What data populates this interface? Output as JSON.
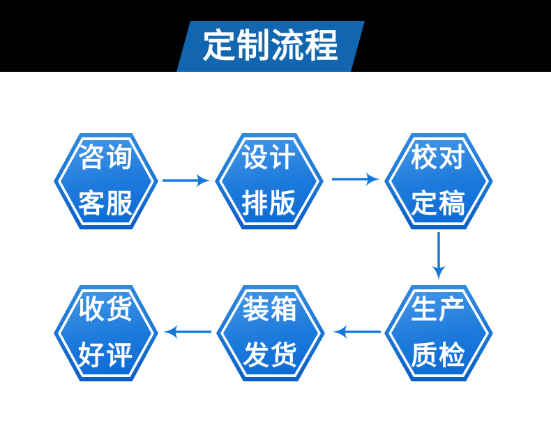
{
  "header": {
    "title": "定制流程",
    "band_color": "#000000",
    "banner_color": "#1266b0",
    "title_color": "#ffffff"
  },
  "flow": {
    "steps": [
      {
        "name": "consult",
        "line1": "咨询",
        "line2": "客服"
      },
      {
        "name": "design",
        "line1": "设计",
        "line2": "排版"
      },
      {
        "name": "proofread",
        "line1": "校对",
        "line2": "定稿"
      },
      {
        "name": "production",
        "line1": "生产",
        "line2": "质检"
      },
      {
        "name": "packing",
        "line1": "装箱",
        "line2": "发货"
      },
      {
        "name": "receive",
        "line1": "收货",
        "line2": "好评"
      }
    ],
    "arrows": [
      {
        "icon": "arrow-right-icon",
        "direction": "right"
      },
      {
        "icon": "arrow-right-icon",
        "direction": "right"
      },
      {
        "icon": "arrow-down-icon",
        "direction": "down"
      },
      {
        "icon": "arrow-left-icon",
        "direction": "left"
      },
      {
        "icon": "arrow-left-icon",
        "direction": "left"
      }
    ],
    "colors": {
      "hex_rim_top": "#2f8ade",
      "hex_rim_bottom": "#0c5ec4",
      "hex_fill_top": "#4597e6",
      "hex_fill_bottom": "#0a68d4",
      "hex_ring": "#ffffff",
      "arrow": "#1478db",
      "label_text": "#ffffff"
    }
  }
}
